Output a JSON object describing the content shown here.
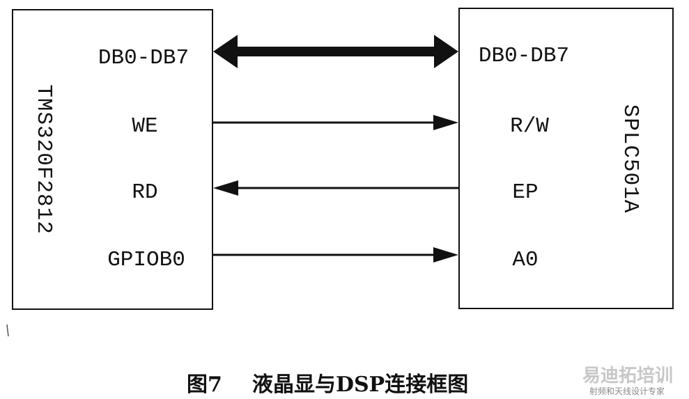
{
  "left_block": {
    "name": "TMS320F2812",
    "pins": [
      "DB0-DB7",
      "WE",
      "RD",
      "GPIOB0"
    ]
  },
  "right_block": {
    "name": "SPLC501A",
    "pins": [
      "DB0-DB7",
      "R/W",
      "EP",
      "A0"
    ]
  },
  "connections": [
    {
      "from": "DB0-DB7",
      "to": "DB0-DB7",
      "direction": "bidirectional",
      "style": "bus"
    },
    {
      "from": "WE",
      "to": "R/W",
      "direction": "left-to-right",
      "style": "line"
    },
    {
      "from": "RD",
      "to": "EP",
      "direction": "right-to-left",
      "style": "line"
    },
    {
      "from": "GPIOB0",
      "to": "A0",
      "direction": "left-to-right",
      "style": "line"
    }
  ],
  "caption": {
    "figure_no": "图7",
    "text": "液晶显与DSP连接框图"
  },
  "watermark": {
    "main": "易迪拓培训",
    "sub": "射频和天线设计专家"
  },
  "colors": {
    "line": "#111111",
    "watermark": "#c7c7c7"
  }
}
